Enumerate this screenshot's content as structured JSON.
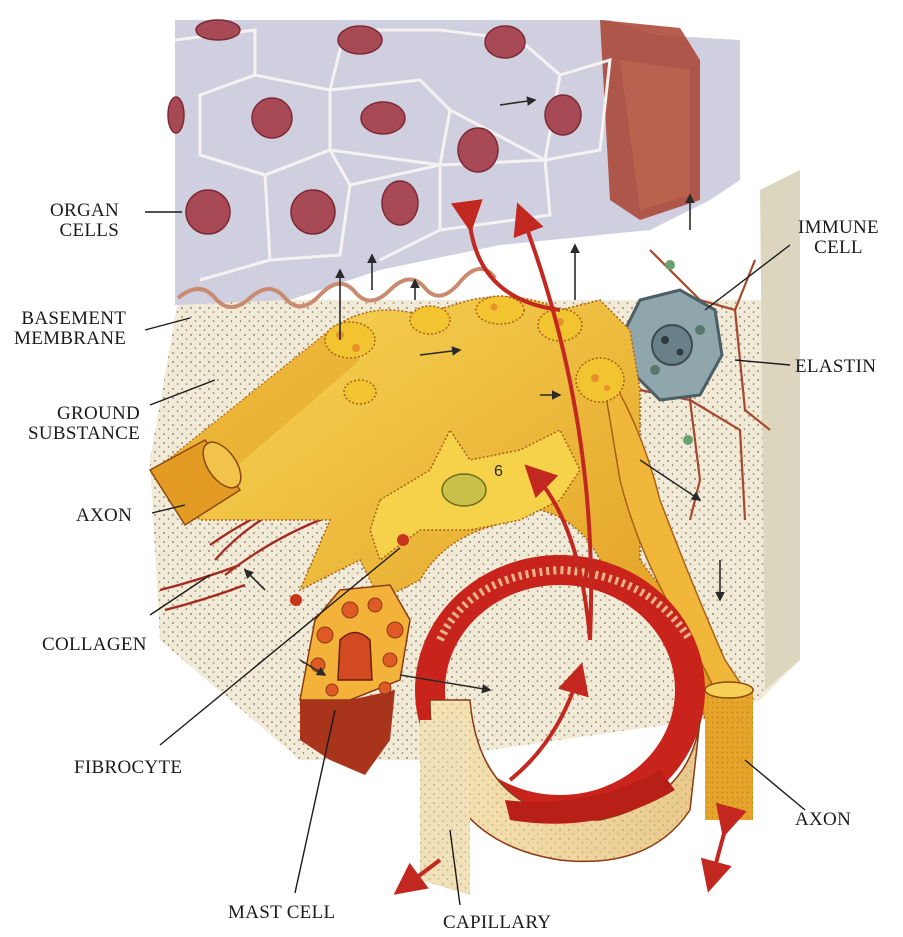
{
  "labels": {
    "organ_cells": [
      "ORGAN",
      "CELLS"
    ],
    "basement_membrane": [
      "BASEMENT",
      "MEMBRANE"
    ],
    "ground_substance": [
      "GROUND",
      "SUBSTANCE"
    ],
    "axon_left": "AXON",
    "collagen": "COLLAGEN",
    "fibrocyte": "FIBROCYTE",
    "mast_cell": "MAST CELL",
    "capillary": "CAPILLARY",
    "axon_right": "AXON",
    "elastin": "ELASTIN",
    "immune_cell": [
      "IMMUNE",
      "CELL"
    ]
  },
  "fibrocyte_marker": "6",
  "colors": {
    "organ_cell_fill": "#cfcfe0",
    "organ_cell_border": "#f4f0f0",
    "nucleus": "#a84a55",
    "ground_substance": "#f0e8d3",
    "nerve_yellow": "#f2c430",
    "nerve_orange": "#e08a18",
    "capillary_red": "#c8241c",
    "arrow_red": "#c2281f",
    "immune_cell": "#8fa6ad"
  }
}
